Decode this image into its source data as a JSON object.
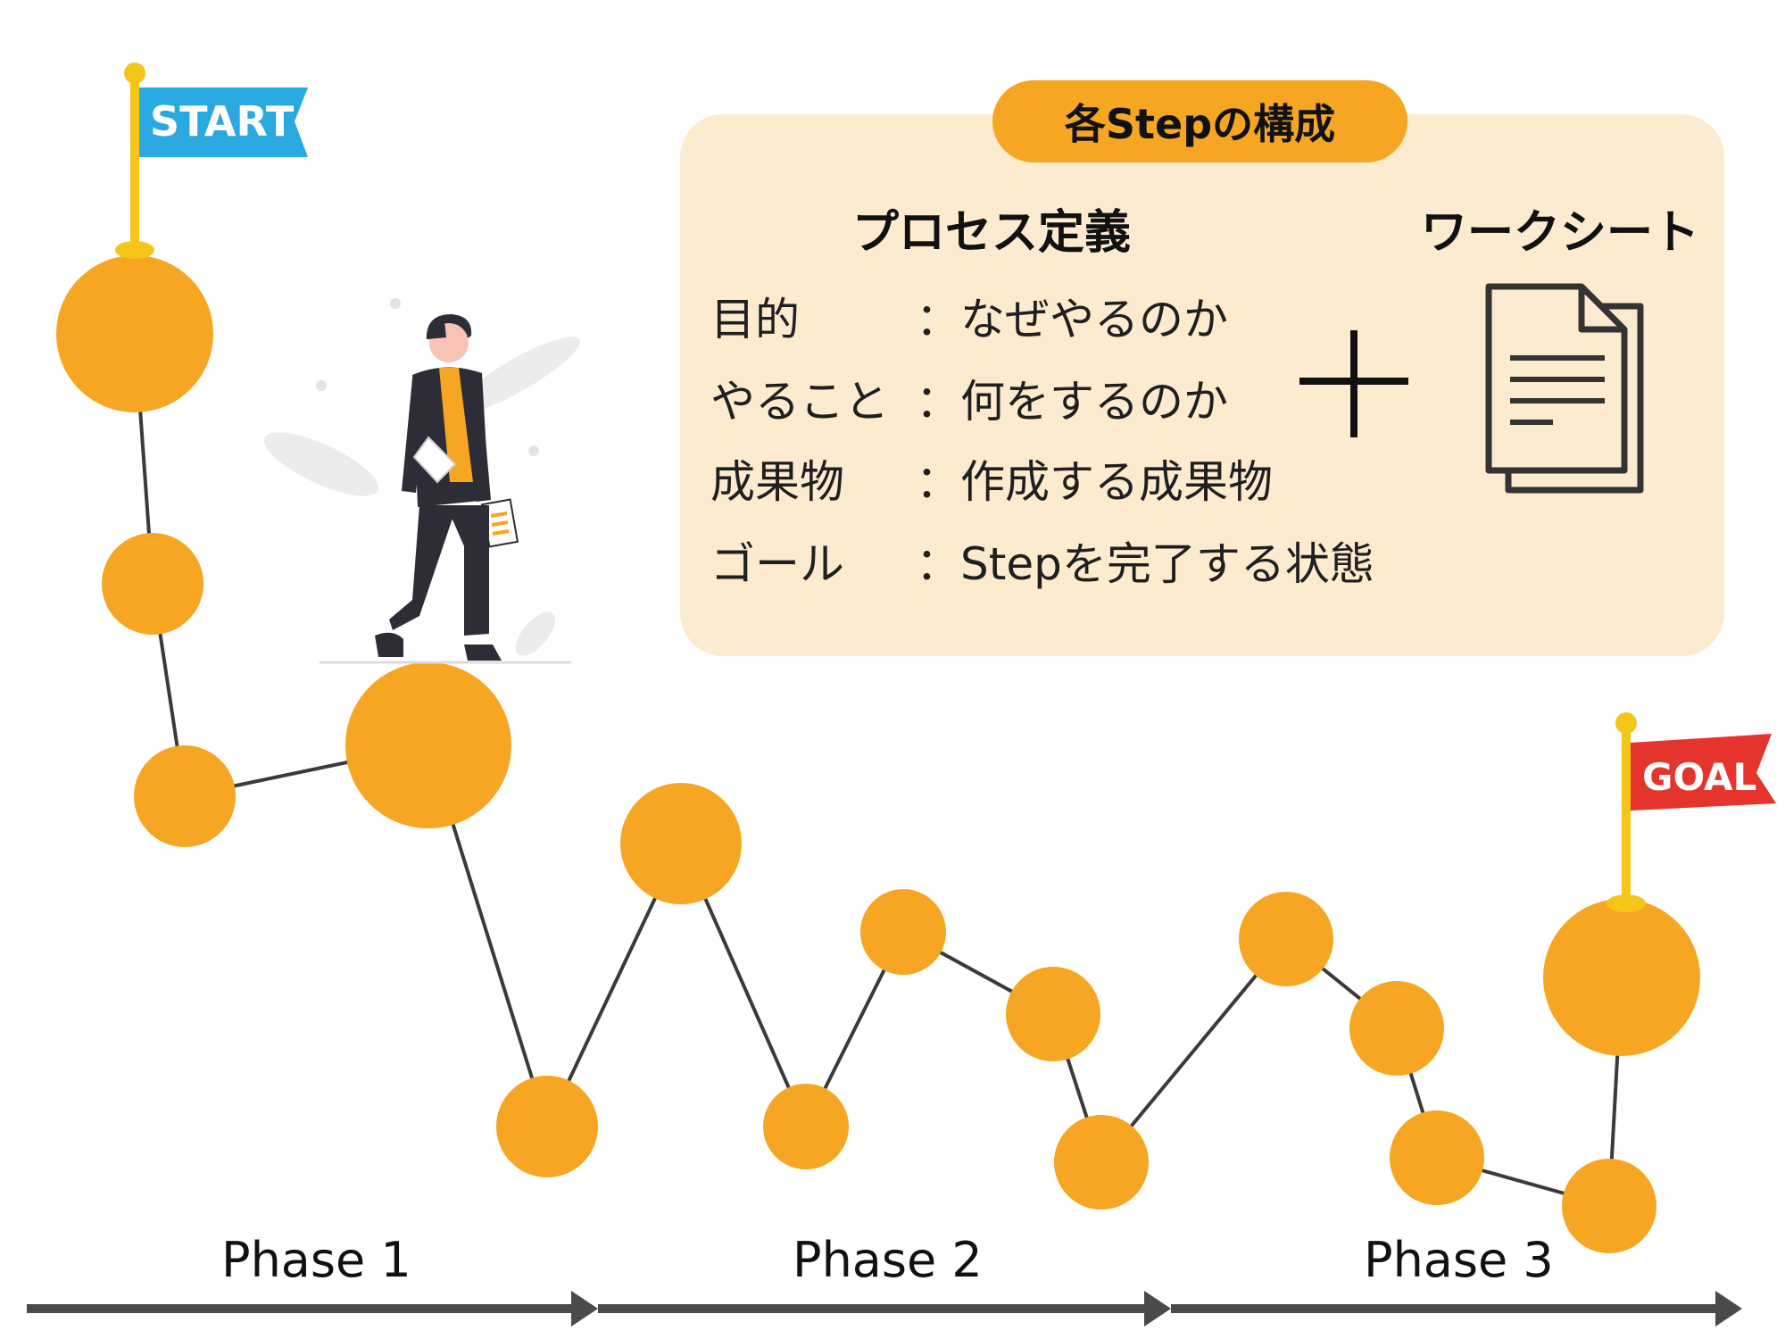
{
  "panel": {
    "title": "各Stepの構成",
    "left_heading": "プロセス定義",
    "right_heading": "ワークシート",
    "rows": [
      {
        "label": "目的",
        "value": "：なぜやるのか"
      },
      {
        "label": "やること",
        "value": "：何をするのか"
      },
      {
        "label": "成果物",
        "value": "：作成する成果物"
      },
      {
        "label": "ゴール",
        "value": "：Stepを完了する状態"
      }
    ],
    "plus_icon": "plus-icon",
    "document_icon": "document-icon"
  },
  "flags": {
    "start": "START",
    "goal": "GOAL"
  },
  "phases": [
    "Phase 1",
    "Phase 2",
    "Phase 3"
  ],
  "colors": {
    "node": "#f6a623",
    "panel_bg": "#fdebcf",
    "start_flag": "#2aa8e0",
    "goal_flag": "#e5342c",
    "pole": "#f5c518",
    "line": "#3a3a3a"
  }
}
